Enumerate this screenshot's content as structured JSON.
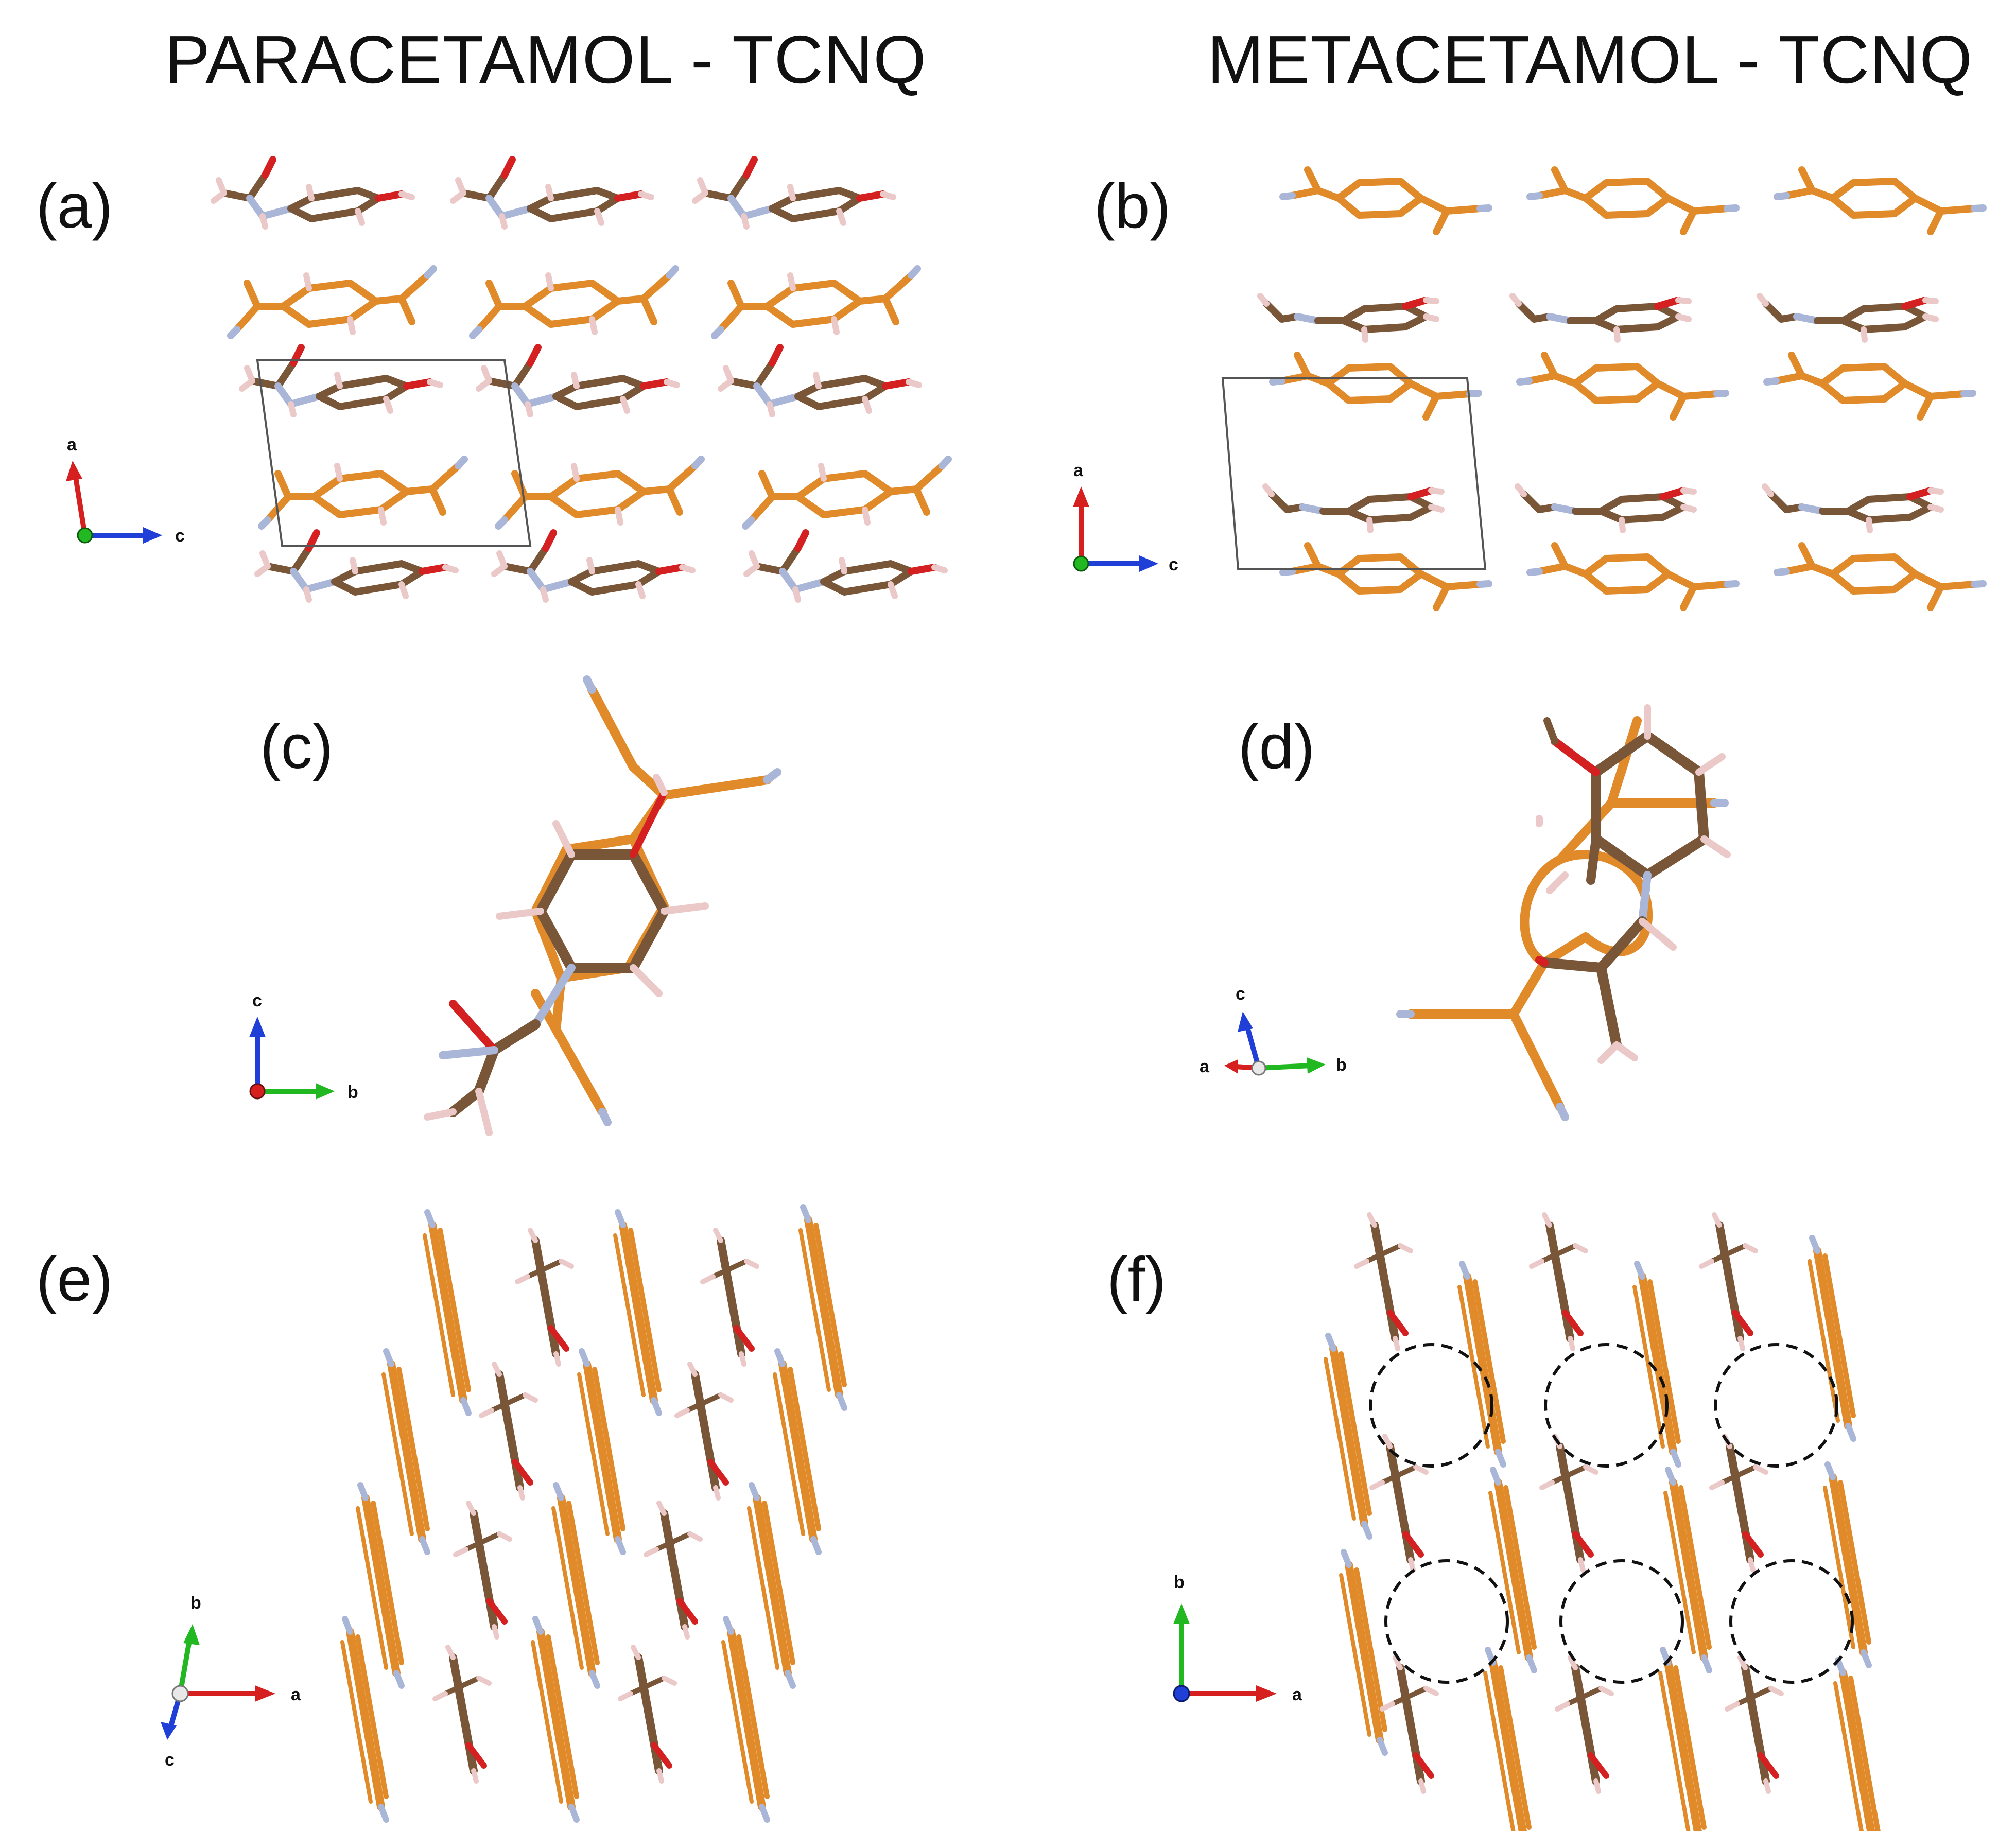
{
  "titles": {
    "left": "PARACETAMOL - TCNQ",
    "right": "METACETAMOL - TCNQ"
  },
  "panels": {
    "a": "(a)",
    "b": "(b)",
    "c": "(c)",
    "d": "(d)",
    "e": "(e)",
    "f": "(f)"
  },
  "axes": {
    "a": {
      "up": "a",
      "right": "c"
    },
    "b": {
      "up": "a",
      "right": "c"
    },
    "c": {
      "up": "c",
      "right": "b"
    },
    "d": {
      "up": "c",
      "left": "a",
      "right": "b"
    },
    "e": {
      "up": "b",
      "down": "c",
      "right": "a"
    },
    "f": {
      "up": "b",
      "right": "a"
    }
  },
  "colors": {
    "tcnq": "#E08A2A",
    "drug": "#7A5638",
    "oxygen": "#D42020",
    "nitrogen": "#A9B6D8",
    "hydrogen": "#EBC9C9",
    "axis_a": "#D61F1F",
    "axis_b": "#22B822",
    "axis_c": "#1F3FD6"
  }
}
